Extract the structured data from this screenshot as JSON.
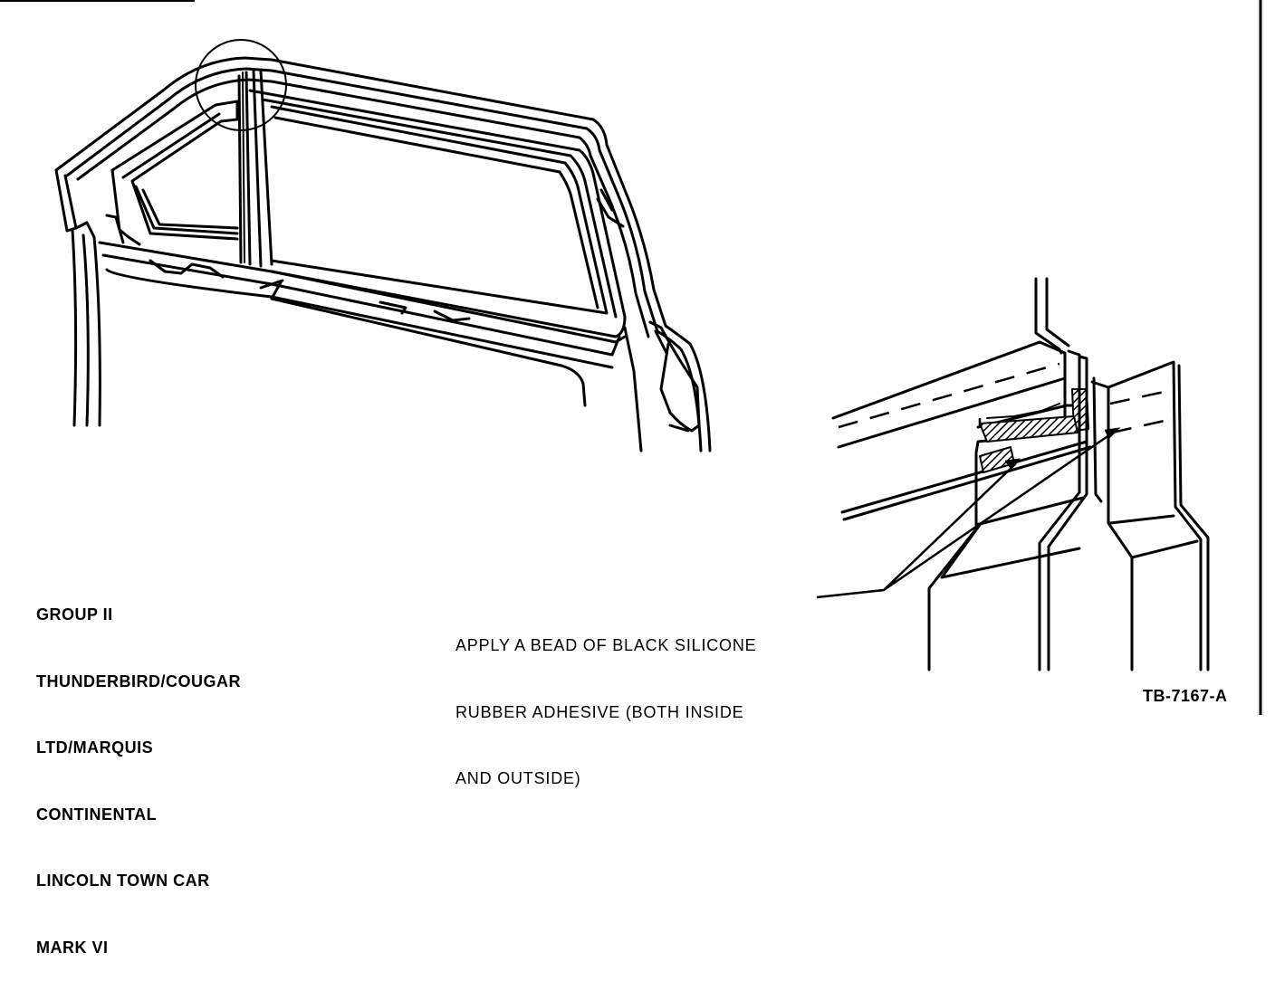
{
  "models": {
    "lines": [
      "GROUP II",
      "THUNDERBIRD/COUGAR",
      "LTD/MARQUIS",
      "CONTINENTAL",
      "LINCOLN TOWN CAR",
      "MARK VI"
    ]
  },
  "callout": {
    "lines": [
      "APPLY A BEAD OF BLACK SILICONE",
      "RUBBER ADHESIVE (BOTH INSIDE",
      "AND OUTSIDE)"
    ]
  },
  "figure_code": "TB-7167-A",
  "colors": {
    "ink": "#000000",
    "paper": "#ffffff"
  }
}
